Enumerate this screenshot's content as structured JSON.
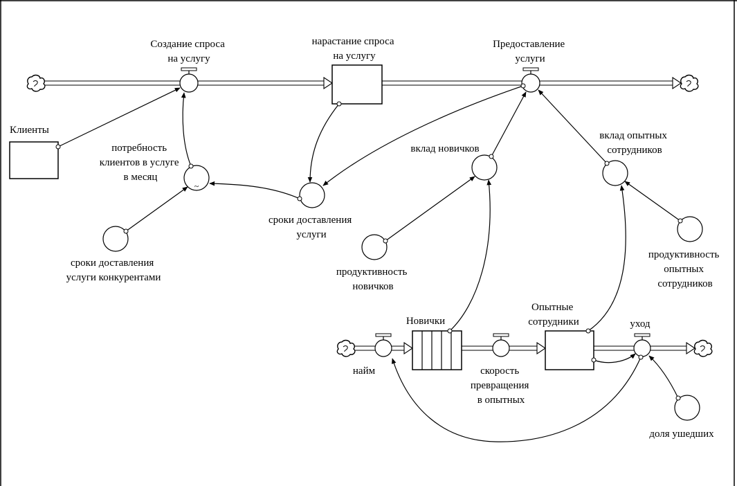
{
  "diagram": {
    "stocks": {
      "klienty": "Клиенты",
      "narastanie": [
        "нарастание спроса",
        "на услугу"
      ],
      "novichki": "Новички",
      "opytnye": [
        "Опытные",
        "сотрудники"
      ]
    },
    "flows": {
      "sozdanie": [
        "Создание спроса",
        "на услугу"
      ],
      "predostavlenie": [
        "Предоставление",
        "услуги"
      ],
      "naim": "найм",
      "skorost": [
        "скорость",
        "превращения",
        "в опытных"
      ],
      "uhod": "уход"
    },
    "variables": {
      "potrebnost": [
        "потребность",
        "клиентов в услуге",
        "в месяц"
      ],
      "sroki": [
        "сроки доставления",
        "услуги"
      ],
      "sroki_konk": [
        "сроки доставления",
        "услуги конкурентами"
      ],
      "vklad_nov": "вклад новичков",
      "vklad_opyt": [
        "вклад опытных",
        "сотрудников"
      ],
      "prod_nov": [
        "продуктивность",
        "новичков"
      ],
      "prod_opyt": [
        "продуктивность",
        "опытных",
        "сотрудников"
      ],
      "dolya": "доля ушедших"
    },
    "lookup_symbol": "~"
  }
}
